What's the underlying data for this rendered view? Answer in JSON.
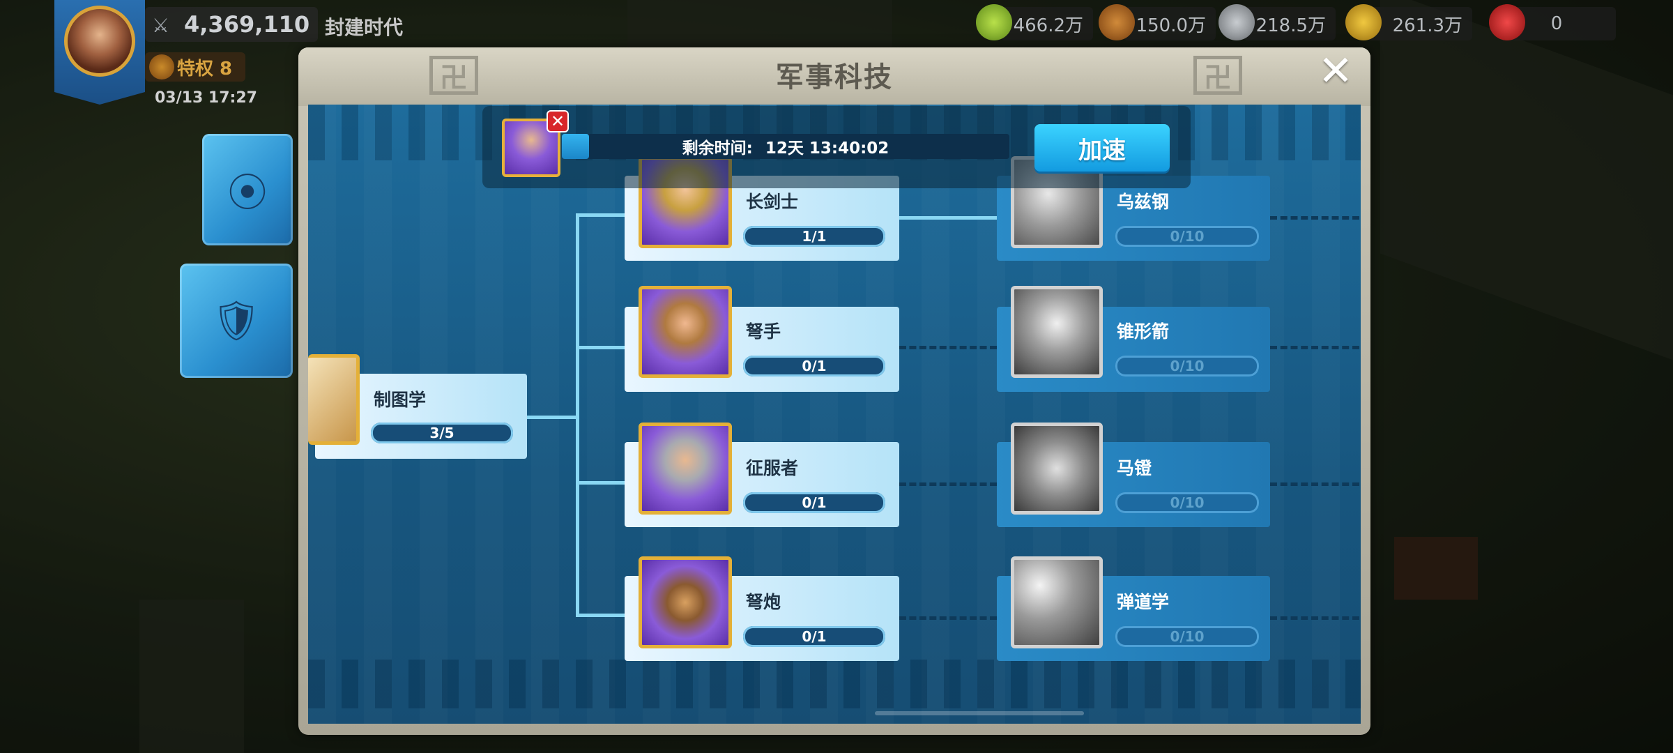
{
  "hud": {
    "power": "4,369,110",
    "era": "封建时代",
    "vip": "特权 8",
    "datetime": "03/13 17:27",
    "resources": [
      {
        "name": "food",
        "value": "466.2万",
        "icon": "corn-icon",
        "color": "#9ccf3a"
      },
      {
        "name": "wood",
        "value": "150.0万",
        "icon": "wood-icon",
        "color": "#b8722a"
      },
      {
        "name": "stone",
        "value": "218.5万",
        "icon": "stone-icon",
        "color": "#a8acb0"
      },
      {
        "name": "gold",
        "value": "261.3万",
        "icon": "gold-icon",
        "color": "#e2b323"
      },
      {
        "name": "gems",
        "value": "0",
        "icon": "gem-icon",
        "color": "#d8262a"
      }
    ]
  },
  "side_tabs": [
    {
      "name": "economy-tab",
      "icon": "coins-icon"
    },
    {
      "name": "military-tab",
      "icon": "sword-shield-icon",
      "active": true
    }
  ],
  "panel": {
    "title": "军事科技",
    "close_glyph": "✕"
  },
  "research": {
    "label": "剩余时间:",
    "time": "12天 13:40:02",
    "progress": 0.06,
    "speed_label": "加速",
    "cancel_glyph": "✕"
  },
  "tech": {
    "root": {
      "name": "制图学",
      "progress": "3/5"
    },
    "tier1": [
      {
        "name": "长剑士",
        "progress": "1/1"
      },
      {
        "name": "弩手",
        "progress": "0/1"
      },
      {
        "name": "征服者",
        "progress": "0/1"
      },
      {
        "name": "弩炮",
        "progress": "0/1"
      }
    ],
    "tier2": [
      {
        "name": "乌兹钢",
        "progress": "0/10"
      },
      {
        "name": "锥形箭",
        "progress": "0/10"
      },
      {
        "name": "马镫",
        "progress": "0/10"
      },
      {
        "name": "弹道学",
        "progress": "0/10"
      }
    ]
  }
}
